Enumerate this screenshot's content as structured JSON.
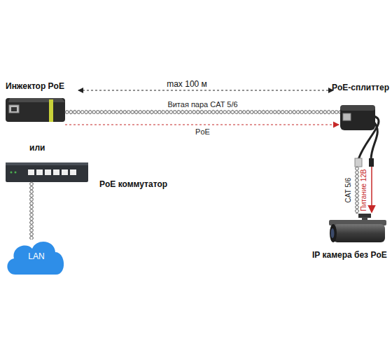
{
  "diagram": {
    "nodes": [
      {
        "text": [
          "Инжектор PoE"
        ]
      },
      {
        "text": [
          "PoE коммутатор"
        ]
      },
      {
        "text": [
          "LAN"
        ]
      },
      {
        "text": [
          "PoE-сплиттер"
        ]
      },
      {
        "text": [
          "IP камера без PoE"
        ]
      }
    ],
    "edges": [
      {
        "from": 0,
        "to": 3,
        "arrow": "none",
        "label": "Витая пара CAT 5/6"
      },
      {
        "from": 0,
        "to": 3,
        "arrow": "to",
        "label": "PoE"
      },
      {
        "from": 1,
        "to": 2,
        "arrow": "none"
      },
      {
        "from": 3,
        "to": 4,
        "arrow": "none",
        "label": "CAT 5/6"
      },
      {
        "from": 3,
        "to": 4,
        "arrow": "to",
        "label": "Питание 12В"
      }
    ],
    "labels": [
      "max 100 м",
      "или"
    ]
  }
}
